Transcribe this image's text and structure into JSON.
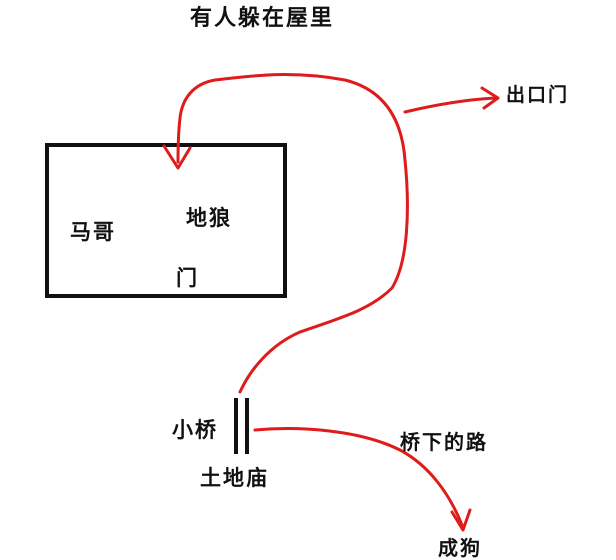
{
  "diagram": {
    "title": "有人躲在屋里",
    "labels": {
      "exit_door": "出口门",
      "mage": "马哥",
      "dilang": "地狼",
      "door": "门",
      "small_bridge": "小桥",
      "land_temple": "土地庙",
      "road_under_bridge": "桥下的路",
      "dog": "成狗"
    },
    "colors": {
      "arrow": "#e01b1b",
      "outline": "#111111",
      "text": "#111111"
    }
  }
}
